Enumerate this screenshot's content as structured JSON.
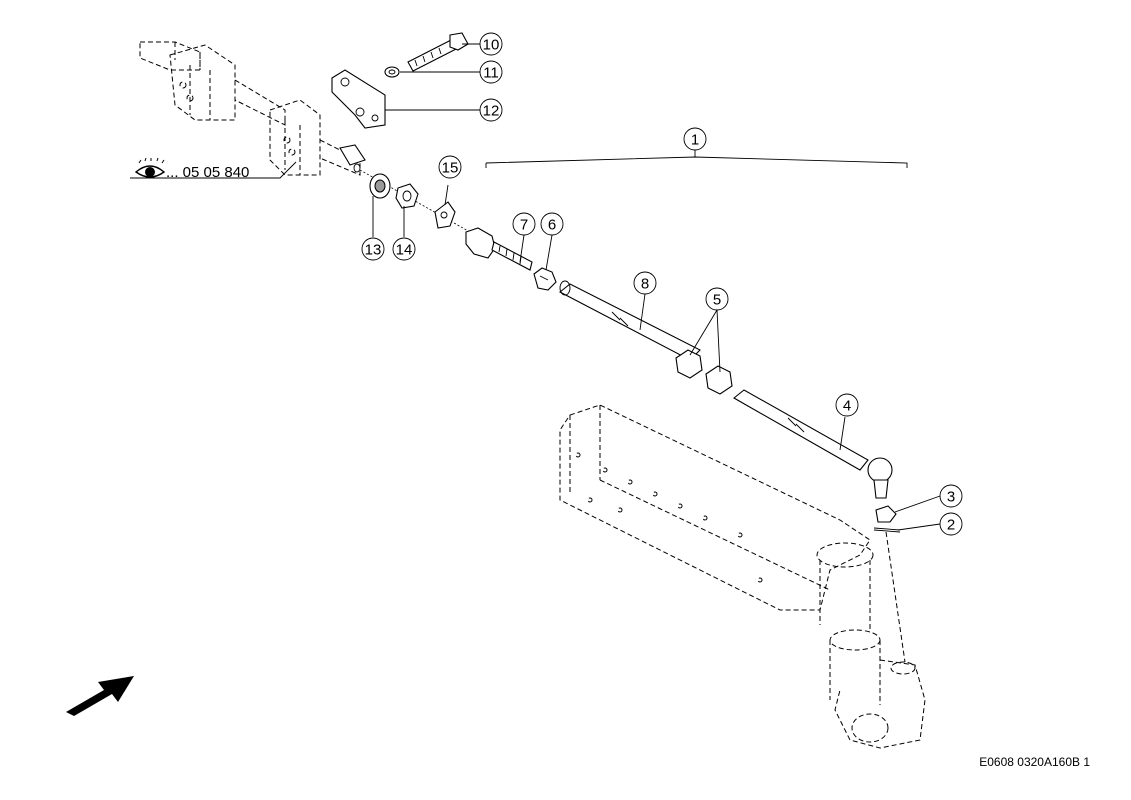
{
  "callouts": [
    {
      "num": "1"
    },
    {
      "num": "2"
    },
    {
      "num": "3"
    },
    {
      "num": "4"
    },
    {
      "num": "5"
    },
    {
      "num": "6"
    },
    {
      "num": "7"
    },
    {
      "num": "8"
    },
    {
      "num": "10"
    },
    {
      "num": "11"
    },
    {
      "num": "12"
    },
    {
      "num": "13"
    },
    {
      "num": "14"
    },
    {
      "num": "15"
    }
  ],
  "reference": {
    "icon": "eye-icon",
    "text": "... 05 05 840"
  },
  "figure_code": "E0608 0320A160B 1",
  "direction_arrow": "arrow-icon"
}
